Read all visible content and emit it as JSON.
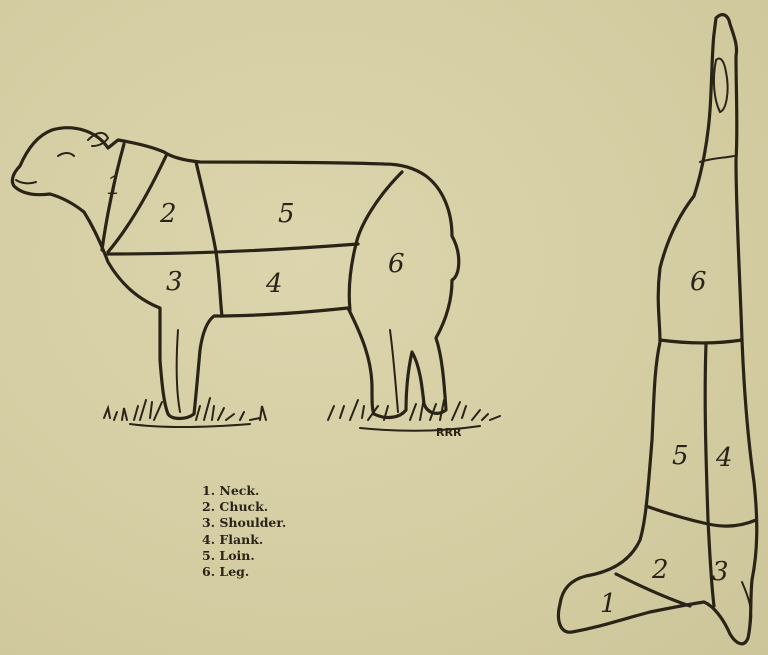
{
  "live_sheep": {
    "numbers": [
      "1",
      "2",
      "5",
      "3",
      "4",
      "6"
    ]
  },
  "carcass": {
    "numbers": [
      "6",
      "5",
      "4",
      "2",
      "3",
      "1"
    ]
  },
  "signature": "RRR",
  "legend": [
    "1. Neck.",
    "2. Chuck.",
    "3. Shoulder.",
    "4. Flank.",
    "5. Loin.",
    "6. Leg."
  ]
}
